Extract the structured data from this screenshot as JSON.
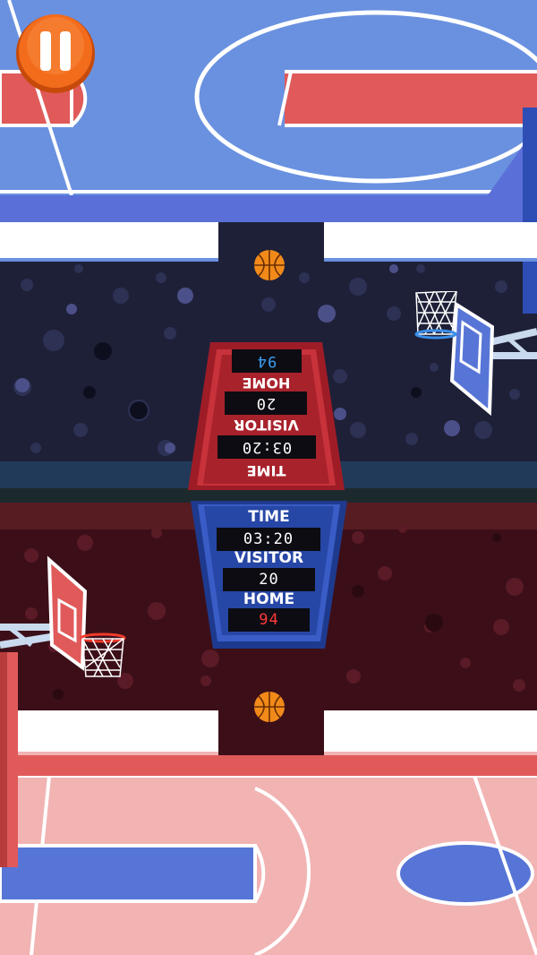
{
  "game": {
    "pause_icon": "pause-icon",
    "basketball_icon": "basketball-icon",
    "hoop_icon": "basketball-hoop-icon"
  },
  "colors": {
    "blue_court": "#6a91e0",
    "blue_key": "#5775d6",
    "red_key": "#e05a5a",
    "pink_court": "#f2b3b3",
    "navy_stands": "#1e2038",
    "maroon_stands": "#3c0f18",
    "pause_orange": "#f36c1c"
  },
  "scoreboard_top": {
    "home_label": "HOME",
    "home_score": "94",
    "visitor_label": "VISITOR",
    "visitor_score": "20",
    "time_label": "TIME",
    "time_value": "03:20"
  },
  "scoreboard_bottom": {
    "time_label": "TIME",
    "time_value": "03:20",
    "visitor_label": "VISITOR",
    "visitor_score": "20",
    "home_label": "HOME",
    "home_score": "94"
  }
}
